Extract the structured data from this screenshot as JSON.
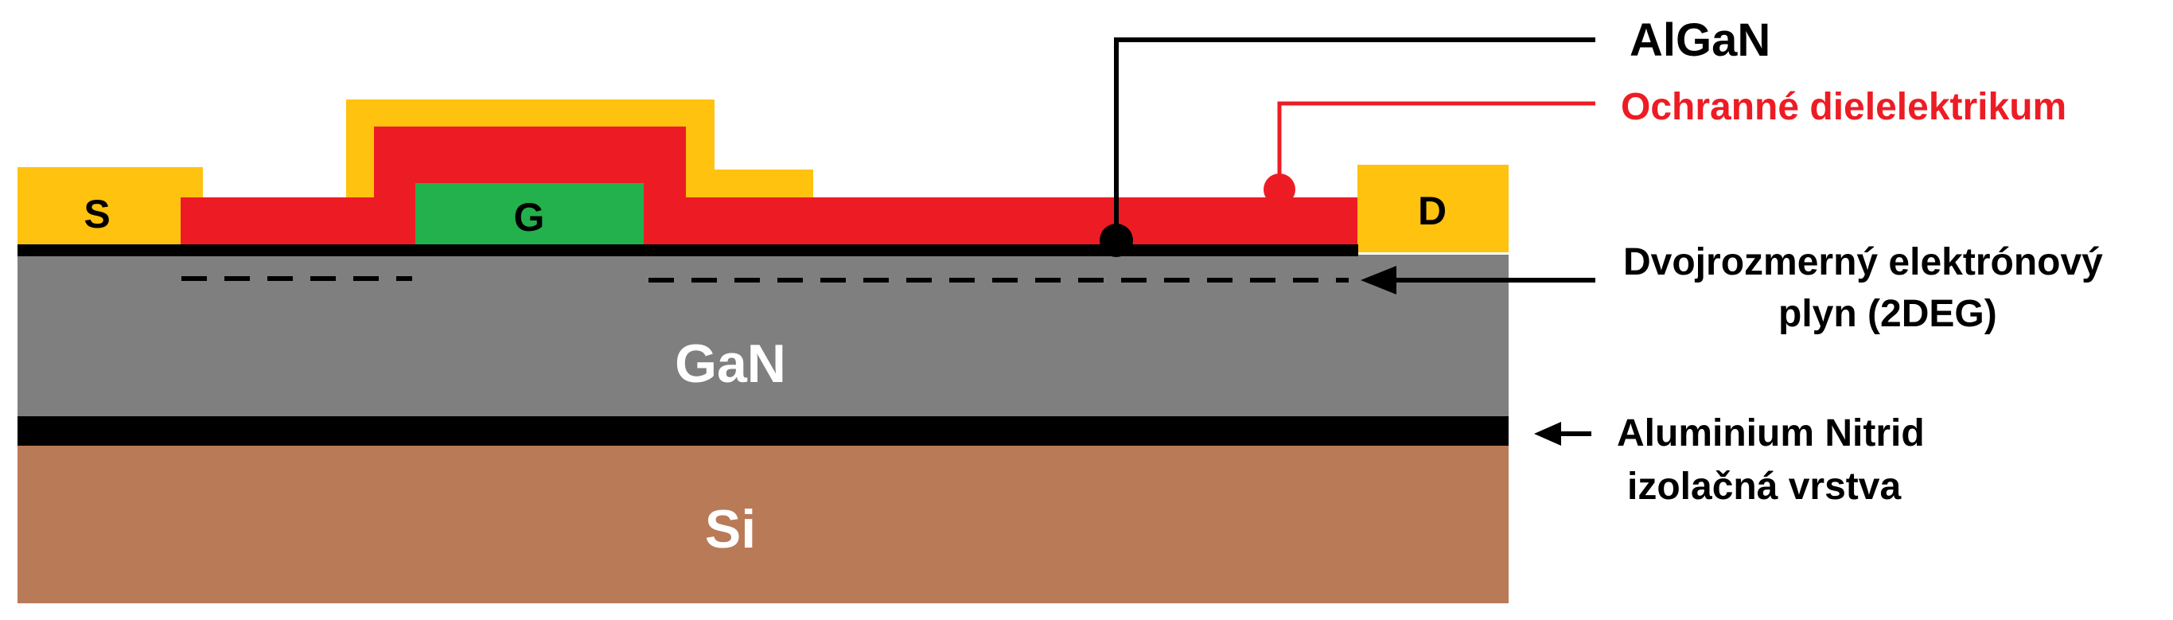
{
  "labels": {
    "source": "S",
    "gate": "G",
    "drain": "D",
    "gan": "GaN",
    "si": "Si",
    "algan": "AlGaN",
    "dielectric": "Ochranné dielelektrikum",
    "twodeg_line1": "Dvojrozmerný elektrónový",
    "twodeg_line2": "plyn (2DEG)",
    "aln_line1": "Aluminium Nitrid",
    "aln_line2": "izolačná vrstva"
  },
  "colors": {
    "metal": "#FFC20E",
    "dielectric": "#ED1C24",
    "gate": "#22B14C",
    "gan": "#7F7F7F",
    "aln": "#000000",
    "si": "#B97A57",
    "dielectric_label": "#ED1C24",
    "text": "#000000",
    "inverse_text": "#ffffff"
  }
}
